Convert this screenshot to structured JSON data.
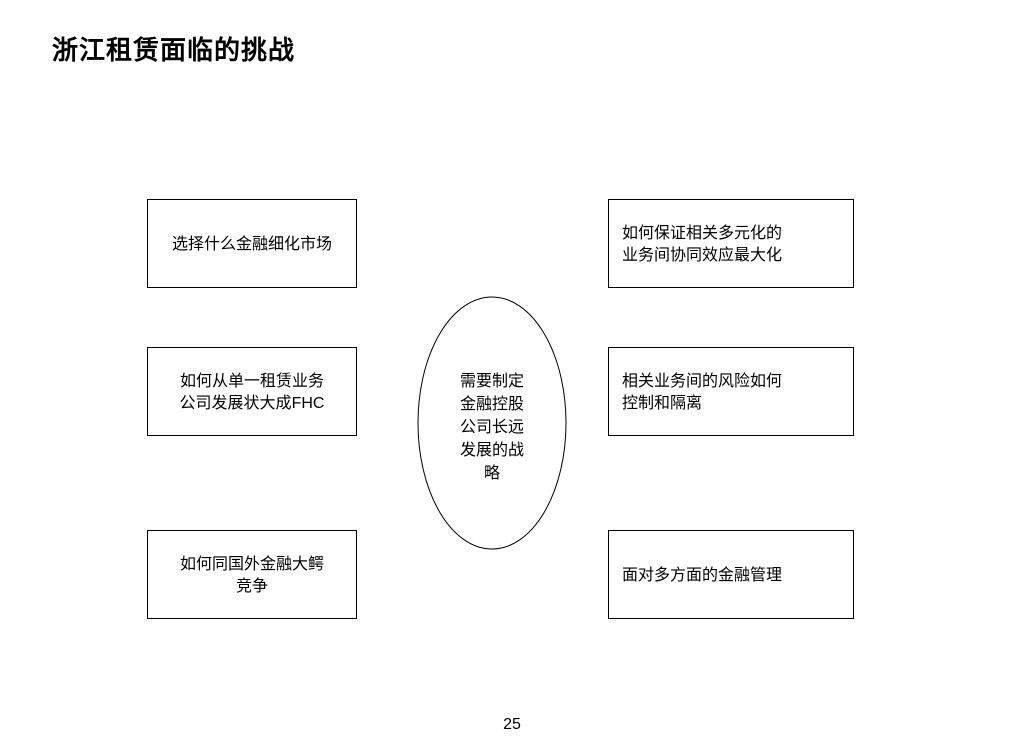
{
  "title": "浙江租赁面临的挑战",
  "center": {
    "lines": [
      "需要制定",
      "金融控股",
      "公司长远",
      "发展的战",
      "略"
    ]
  },
  "left_boxes": [
    {
      "lines": [
        "选择什么金融细化市场"
      ]
    },
    {
      "lines": [
        "如何从单一租赁业务",
        "公司发展状大成",
        "FHC"
      ]
    },
    {
      "lines": [
        "如何同国外金融大鳄",
        "竞争"
      ]
    }
  ],
  "right_boxes": [
    {
      "lines": [
        "如何保证相关多元化的",
        "业务间协同效应最大化"
      ]
    },
    {
      "lines": [
        "相关业务间的风险如何",
        "控制和隔离"
      ]
    },
    {
      "lines": [
        "面对多方面的金融管理"
      ]
    }
  ],
  "page_number": "25"
}
